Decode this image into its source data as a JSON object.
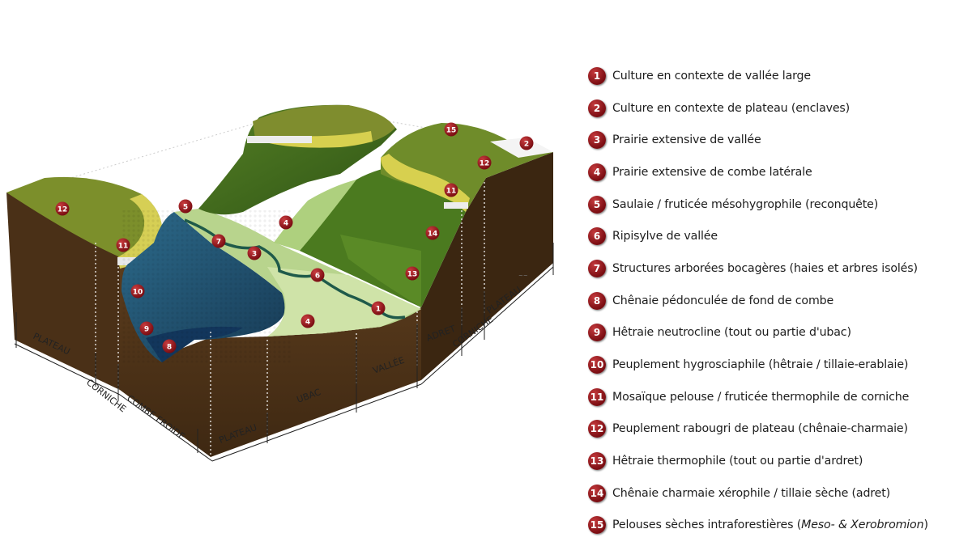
{
  "diagram": {
    "zone_labels": {
      "plateau_left": "PLATEAU",
      "corniche_left": "CORNICHE",
      "combe_froide": "COMBE FROIDE",
      "plateau_front": "PLATEAU",
      "ubac": "UBAC",
      "vallee": "VALLÉE",
      "adret": "ADRET",
      "corniche_right": "CORNICHE",
      "plateau_right": "PLATEAU"
    },
    "markers": [
      "12",
      "11",
      "10",
      "9",
      "8",
      "5",
      "7",
      "3",
      "4",
      "6",
      "4",
      "1",
      "15",
      "2",
      "12",
      "11",
      "14",
      "13"
    ]
  },
  "legend": {
    "items": [
      {
        "num": "1",
        "label": "Culture en contexte de vallée large"
      },
      {
        "num": "2",
        "label": "Culture en contexte de plateau (enclaves)"
      },
      {
        "num": "3",
        "label": "Prairie extensive de vallée"
      },
      {
        "num": "4",
        "label": "Prairie extensive de combe latérale"
      },
      {
        "num": "5",
        "label": "Saulaie / fruticée mésohygrophile (reconquête)"
      },
      {
        "num": "6",
        "label": "Ripisylve de vallée"
      },
      {
        "num": "7",
        "label": "Structures arborées bocagères (haies et arbres isolés)"
      },
      {
        "num": "8",
        "label": "Chênaie pédonculée de fond de combe"
      },
      {
        "num": "9",
        "label": "Hêtraie neutrocline (tout ou partie d'ubac)"
      },
      {
        "num": "10",
        "label": "Peuplement hygrosciaphile (hêtraie / tillaie-erablaie)"
      },
      {
        "num": "11",
        "label": "Mosaïque pelouse / fruticée thermophile de corniche"
      },
      {
        "num": "12",
        "label": "Peuplement rabougri de plateau (chênaie-charmaie)"
      },
      {
        "num": "13",
        "label": "Hêtraie thermophile (tout ou partie d'ardret)"
      },
      {
        "num": "14",
        "label": "Chênaie charmaie xérophile / tillaie sèche (adret)"
      }
    ],
    "item15": {
      "num": "15",
      "label_prefix": "Pelouses sèches intraforestières (",
      "label_italic": "Meso- & Xerobromion",
      "label_suffix": ")"
    }
  },
  "colors": {
    "soil_front": "#4e3318",
    "soil_right": "#3a2510",
    "forest_green": "#3f6b1e",
    "meadow": "#b6d28a",
    "shade_blue": "#1f4f6e",
    "cliff_yellow": "#c9c44a",
    "badge_red": "#8b1519"
  }
}
